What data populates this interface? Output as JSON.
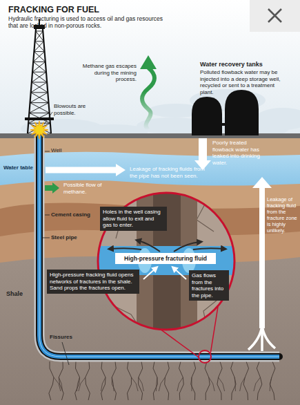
{
  "diagram": {
    "title": "FRACKING FOR FUEL",
    "caption": "Hydraulic fracturing is used to access oil and gas resources that are locked in non-porous rocks.",
    "nodes": [
      {
        "text": [
          "Holes in the well casing allow fluid to exit and gas to enter."
        ]
      },
      {
        "text": [
          "High-pressure fracturing fluid"
        ]
      },
      {
        "text": [
          "High-pressure fracking fluid opens networks of fractures in the shale. Sand props the fractures open."
        ]
      },
      {
        "text": [
          "Gas flows from the fractures into the pipe."
        ]
      }
    ],
    "labels": [
      "Methane gas escapes during the mining process.",
      "Water recovery tanks",
      "Polluted flowback water may be injected into a deep storage well, recycled or sent to a treatment plant.",
      "Blowouts are possible.",
      "Well",
      "Poorly treated flowback water has leaked into drinking water.",
      "Water table",
      "Leakage of fracking fluids from the pipe has not been seen.",
      "Possible flow of methane.",
      "Cement casing",
      "Leakage of fracking fluid from the fracture zone is highly unlikely.",
      "Steel pipe",
      "Shale",
      "Fissures"
    ]
  }
}
